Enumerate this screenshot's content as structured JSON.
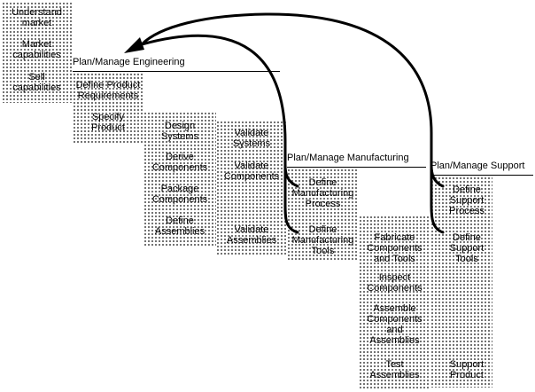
{
  "lanes": {
    "market": {
      "items": [
        "Understand\nmarket",
        "Market\ncapabilities",
        "Sell\ncapabilities"
      ]
    },
    "engineering": {
      "title": "Plan/Manage Engineering",
      "col1": [
        "Define Product\nRequirements",
        "Specify\nProduct"
      ],
      "col2": [
        "Design\nSystems",
        "Derive\nComponents",
        "Package\nComponents",
        "Define\nAssemblies"
      ],
      "col3": [
        "Validate\nSystems",
        "Validate\nComponents",
        "Validate\nAssemblies"
      ]
    },
    "manufacturing": {
      "title": "Plan/Manage Manufacturing",
      "col1": [
        "Define\nManufacturing\nProcess",
        "Define\nManufacturing\nTools"
      ],
      "col2": [
        "Fabricate\nComponents\nand Tools",
        "Inspect\nComponents",
        "Assemble\nComponents\nand\nAssemblies",
        "Test\nAssemblies"
      ]
    },
    "support": {
      "title": "Plan/Manage Support",
      "col1": [
        "Define\nSupport\nProcess",
        "Define\nSupport\nTools",
        "Support\nProduct"
      ]
    }
  },
  "colors": {
    "line": "#000000",
    "dots": "#444444",
    "background": "#ffffff"
  }
}
